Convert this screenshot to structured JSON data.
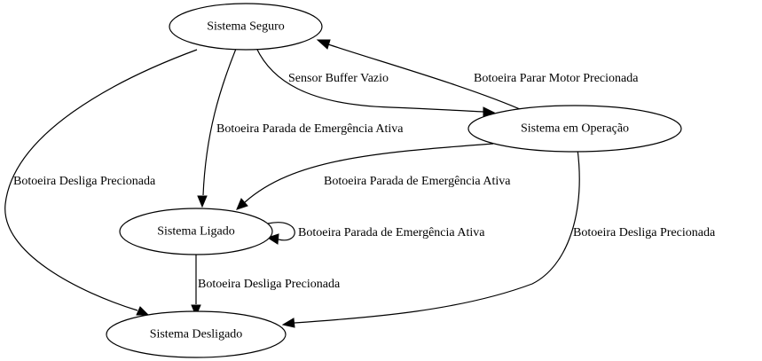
{
  "nodes": {
    "seguro": "Sistema Seguro",
    "operacao": "Sistema em Operação",
    "ligado": "Sistema Ligado",
    "desligado": "Sistema Desligado"
  },
  "edges": {
    "seguro_operacao": "Sensor Buffer Vazio",
    "operacao_seguro": "Botoeira Parar Motor Precionada",
    "seguro_ligado": "Botoeira Parada de Emergência Ativa",
    "seguro_desligado": "Botoeira Desliga Precionada",
    "operacao_ligado": "Botoeira Parada de Emergência Ativa",
    "ligado_ligado": "Botoeira Parada de Emergência Ativa",
    "operacao_desligado": "Botoeira Desliga Precionada",
    "ligado_desligado": "Botoeira Desliga Precionada"
  }
}
